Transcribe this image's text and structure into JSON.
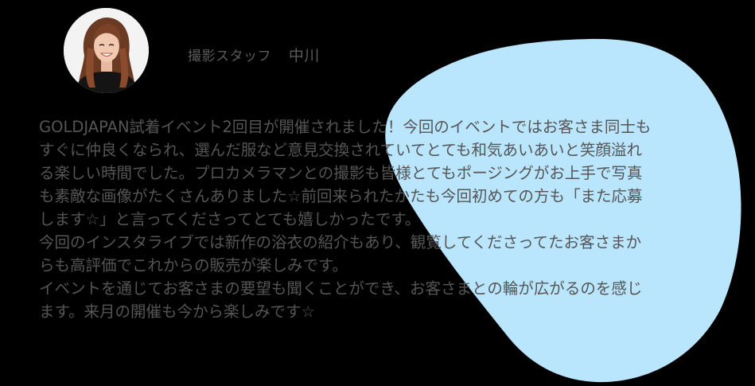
{
  "colors": {
    "background": "#000000",
    "blob": "#b9e5fd",
    "text": "#555555"
  },
  "profile": {
    "avatar_alt": "staff-portrait",
    "role": "撮影スタッフ",
    "name": "中川"
  },
  "message": {
    "lines": [
      "GOLDJAPAN試着イベント2回目が開催されました！今回のイベントではお客さま同士も",
      "すぐに仲良くなられ、選んだ服など意見交換されていてとても和気あいあいと笑顔溢れ",
      "る楽しい時間でした。プロカメラマンとの撮影も皆様とてもポージングがお上手で写真",
      "も素敵な画像がたくさんありました☆前回来られたかたも今回初めての方も「また応募",
      "します☆」と言ってくださってとても嬉しかったです。",
      "今回のインスタライブでは新作の浴衣の紹介もあり、観覧してくださってたお客さまか",
      "らも高評価でこれからの販売が楽しみです。",
      "イベントを通じてお客さまの要望も聞くことができ、お客さまとの輪が広がるのを感じ",
      "ます。来月の開催も今から楽しみです☆"
    ]
  }
}
